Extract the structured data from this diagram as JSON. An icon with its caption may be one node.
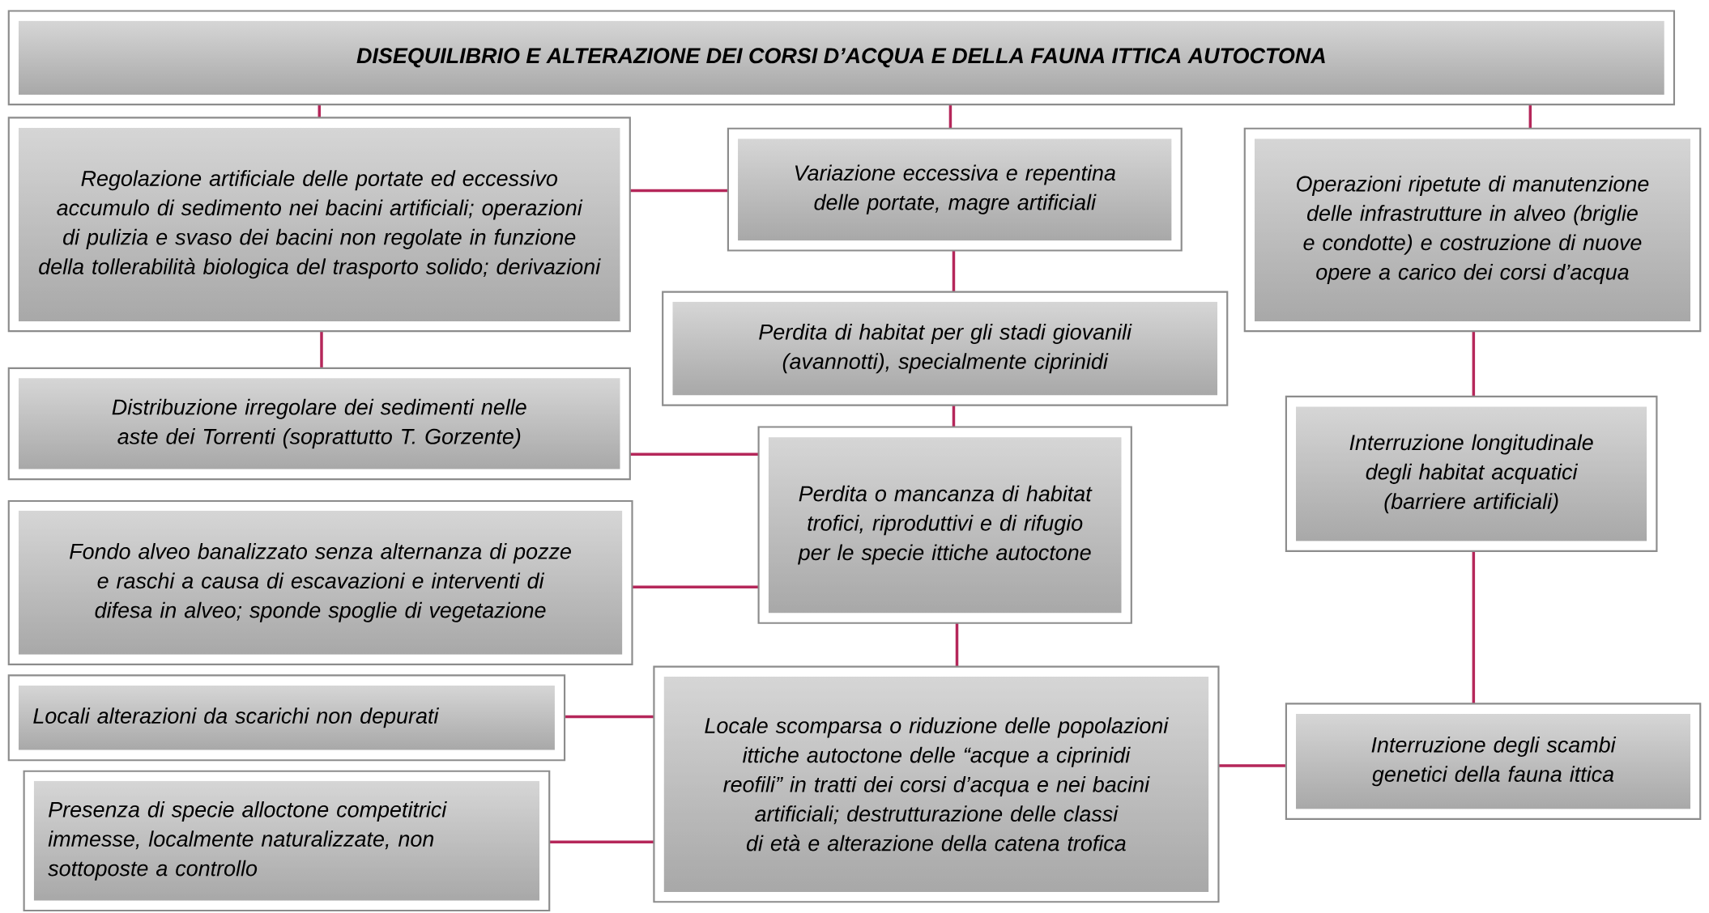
{
  "diagram": {
    "title": "DISEQUILIBRIO E ALTERAZIONE DEI CORSI D’ACQUA E DELLA FAUNA ITTICA AUTOCTONA",
    "nodes": [
      {
        "text": [
          "Regolazione artificiale delle portate ed eccessivo accumulo di sedimento nei bacini artificiali; operazioni di pulizia e svaso dei bacini non regolate in funzione della tollerabilità biologica del trasporto solido; derivazioni"
        ]
      },
      {
        "text": [
          "Variazione eccessiva e repentina delle portate, magre artificiali"
        ]
      },
      {
        "text": [
          "Operazioni ripetute di manutenzione delle infrastrutture in alveo (briglie e condotte) e costruzione di nuove opere a carico dei corsi d’acqua"
        ]
      },
      {
        "text": [
          "Perdita di habitat per gli stadi giovanili (avannotti), specialmente ciprinidi"
        ]
      },
      {
        "text": [
          "Distribuzione irregolare dei sedimenti nelle aste dei Torrenti (soprattutto T. Gorzente)"
        ]
      },
      {
        "text": [
          "Perdita o mancanza di habitat trofici, riproduttivi e di rifugio per le specie ittiche autoctone"
        ]
      },
      {
        "text": [
          "Interruzione longitudinale degli habitat acquatici (barriere artificiali)"
        ]
      },
      {
        "text": [
          "Fondo alveo banalizzato senza alternanza di pozze e raschi a causa di escavazioni e interventi di difesa in alveo; sponde spoglie di vegetazione"
        ]
      },
      {
        "text": [
          "Locali alterazioni da scarichi non depurati"
        ]
      },
      {
        "text": [
          "Locale scomparsa o riduzione delle popolazioni ittiche autoctone delle “acque a ciprinidi reofili” in tratti dei corsi d’acqua e nei bacini artificiali; destrutturazione delle classi di età e alterazione della catena trofica"
        ]
      },
      {
        "text": [
          "Interruzione degli scambi genetici della fauna ittica"
        ]
      },
      {
        "text": [
          "Presenza di specie alloctone competitrici immesse, localmente naturalizzate, non sottoposte a controllo"
        ]
      }
    ],
    "edges": [
      {
        "from": null,
        "to": 0,
        "arrow": "none"
      },
      {
        "from": null,
        "to": 1,
        "arrow": "none"
      },
      {
        "from": null,
        "to": 2,
        "arrow": "none"
      },
      {
        "from": 0,
        "to": 1,
        "arrow": "none"
      },
      {
        "from": 0,
        "to": 4,
        "arrow": "none"
      },
      {
        "from": 1,
        "to": 3,
        "arrow": "none"
      },
      {
        "from": 3,
        "to": 5,
        "arrow": "none"
      },
      {
        "from": 4,
        "to": 5,
        "arrow": "none"
      },
      {
        "from": 7,
        "to": 5,
        "arrow": "none"
      },
      {
        "from": 5,
        "to": 9,
        "arrow": "none"
      },
      {
        "from": 8,
        "to": 9,
        "arrow": "none"
      },
      {
        "from": 11,
        "to": 9,
        "arrow": "none"
      },
      {
        "from": 2,
        "to": 6,
        "arrow": "none"
      },
      {
        "from": 6,
        "to": 10,
        "arrow": "none"
      },
      {
        "from": 9,
        "to": 10,
        "arrow": "none"
      }
    ]
  }
}
